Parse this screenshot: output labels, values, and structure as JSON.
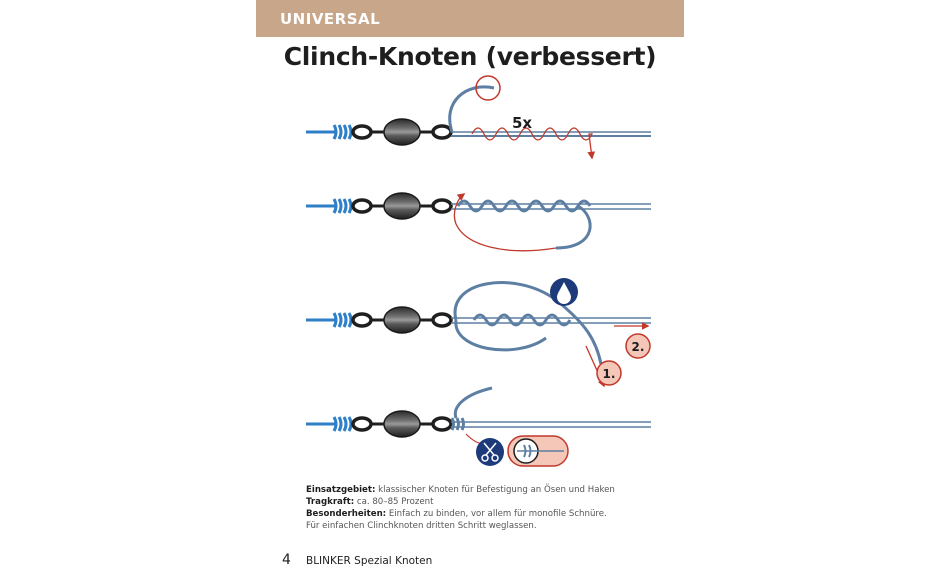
{
  "header": {
    "section": "UNIVERSAL"
  },
  "title": "Clinch-Knoten (verbessert)",
  "steps": {
    "wraps": "5x",
    "step1": "1.",
    "step2": "2."
  },
  "icons": [
    "water-drop-icon",
    "scissors-icon",
    "magnifier-icon"
  ],
  "colors": {
    "header_bg": "#c8a689",
    "line": "#5d7fa3",
    "arrow": "#c0392b",
    "badge_fill": "#f4c7b8",
    "icon_navy": "#1d3b7a"
  },
  "info": {
    "einsatz_label": "Einsatzgebiet:",
    "einsatz_value": " klassischer Knoten für Befestigung an Ösen und Haken",
    "trag_label": "Tragkraft:",
    "trag_value": " ca. 80–85 Prozent",
    "beson_label": "Besonderheiten:",
    "beson_value": " Einfach zu binden, vor allem für monofile Schnüre.",
    "note": "Für einfachen Clinchknoten dritten Schritt weglassen."
  },
  "footer": {
    "page_number": "4",
    "publication": "BLINKER Spezial Knoten"
  }
}
